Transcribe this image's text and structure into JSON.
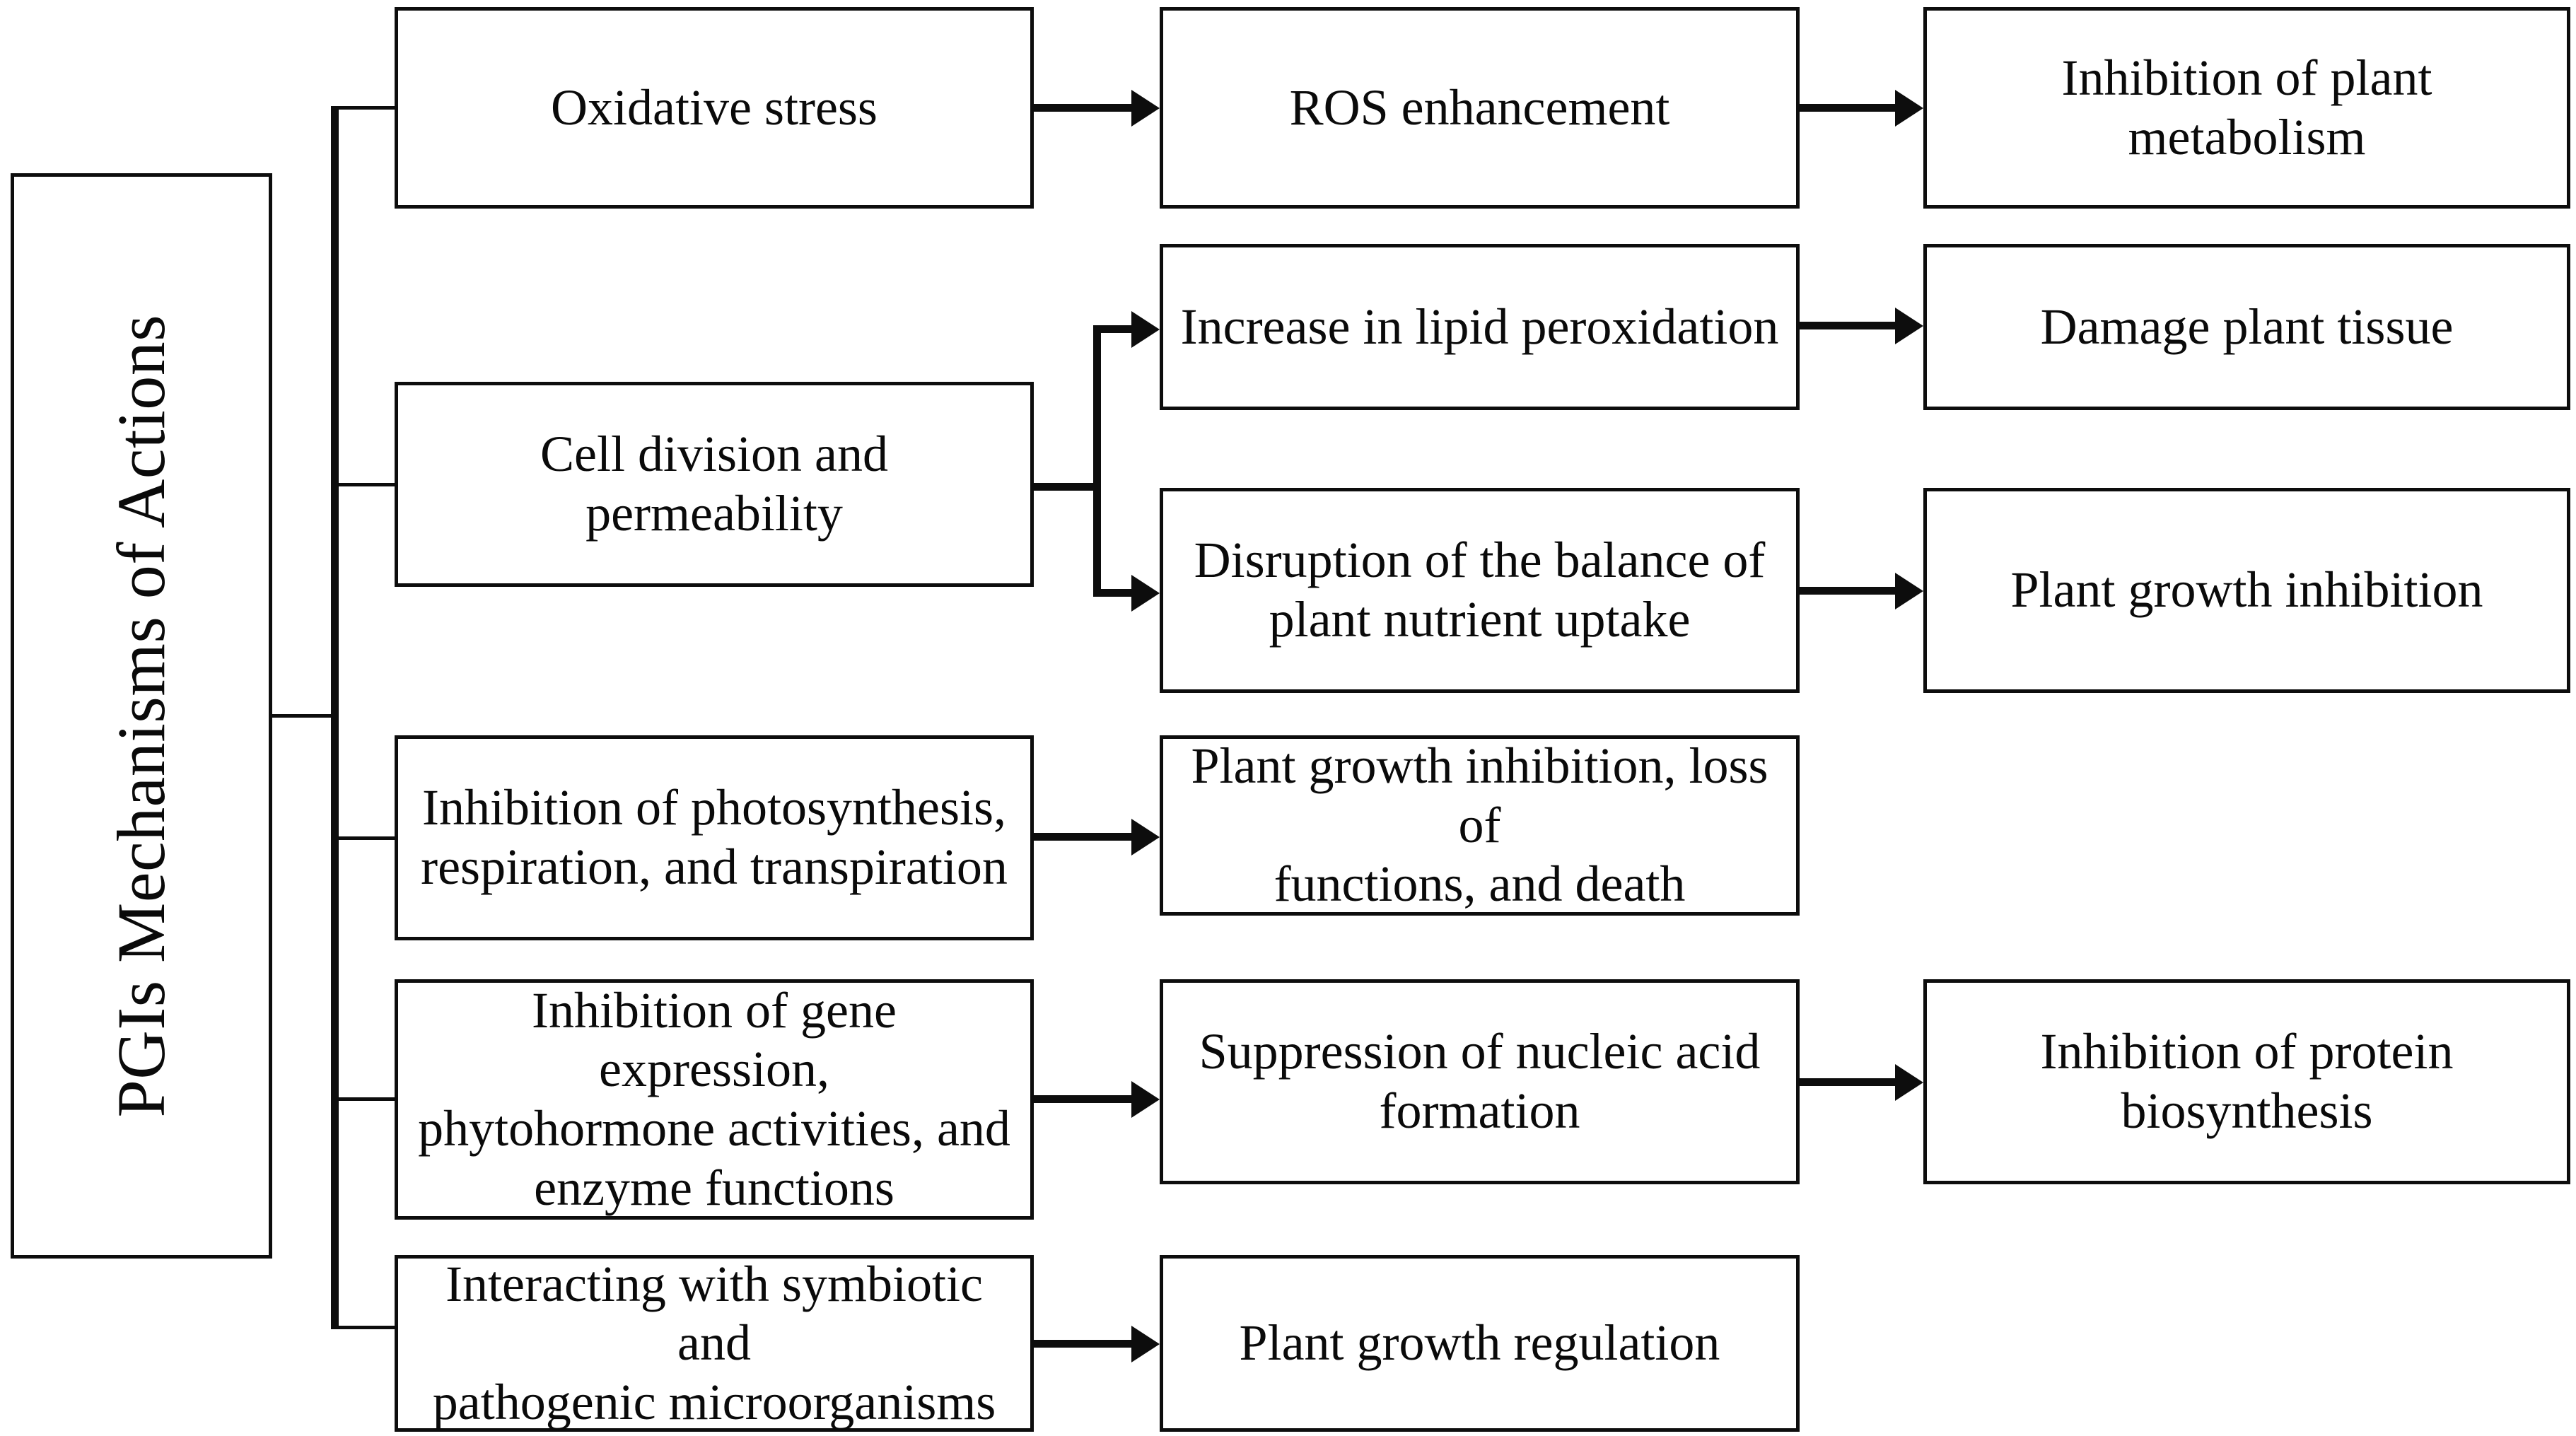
{
  "diagram": {
    "title": "PGIs Mechanisms of Actions",
    "root": {
      "label": "PGIs Mechanisms of Actions"
    },
    "nodes": {
      "oxidative_stress": "Oxidative stress",
      "ros_enhancement": "ROS enhancement",
      "inhibition_plant_metabolism": "Inhibition of plant metabolism",
      "cell_division_permeability": "Cell division and permeability",
      "increase_lipid_peroxidation": "Increase in lipid peroxidation",
      "damage_plant_tissue": "Damage plant tissue",
      "disruption_nutrient_uptake": "Disruption of the balance of\nplant nutrient uptake",
      "plant_growth_inhibition": "Plant growth inhibition",
      "inhibition_photosynthesis": "Inhibition of photosynthesis,\nrespiration, and transpiration",
      "plant_growth_loss_death": "Plant growth inhibition, loss of\nfunctions, and death",
      "inhibition_gene_expression": "Inhibition of gene expression,\nphytohormone activities, and\nenzyme functions",
      "suppression_nucleic_acid": "Suppression of nucleic acid\nformation",
      "inhibition_protein_biosynthesis": "Inhibition of protein\nbiosynthesis",
      "interacting_microorganisms": "Interacting with symbiotic and\npathogenic microorganisms",
      "plant_growth_regulation": "Plant growth regulation"
    },
    "colors": {
      "stroke": "#0d0d0d",
      "fill": "#ffffff",
      "text": "#0a0a0a"
    }
  }
}
